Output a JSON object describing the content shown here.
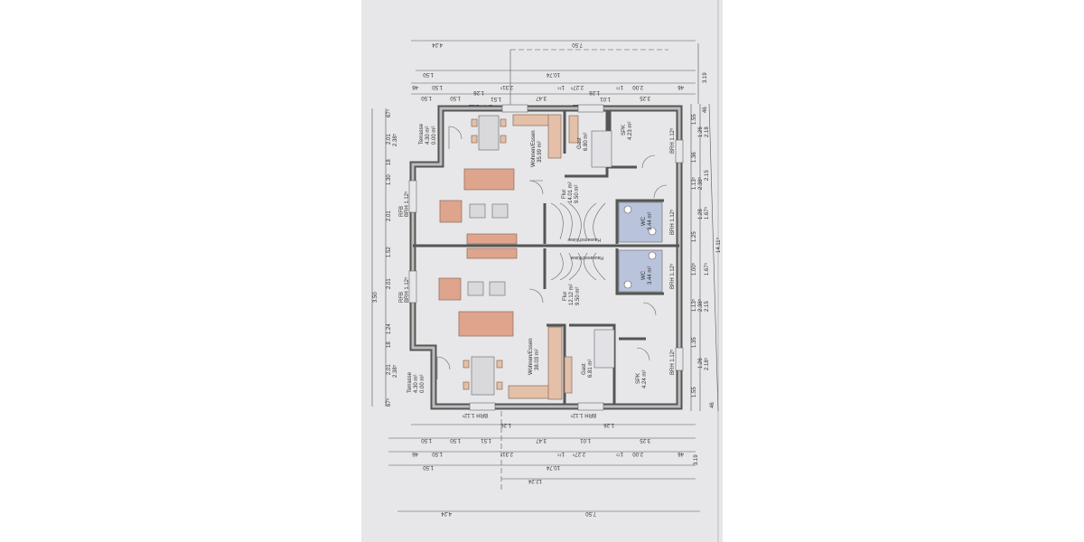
{
  "plan": {
    "upper_unit": {
      "terrace": {
        "name": "Terrasse",
        "area1": "4.30 m²",
        "area2": "0.00 m²"
      },
      "living": {
        "name": "Wohnen/Essen",
        "area": "35.99 m²"
      },
      "guest": {
        "name": "Gast",
        "area": "6.80 m²"
      },
      "pantry": {
        "name": "SPK",
        "area": "4.23 m²"
      },
      "hall": {
        "name": "Flur",
        "area1": "14.01 m²",
        "area2": "9.50 m²"
      },
      "wc": {
        "name": "WC",
        "area": "3.44 m²"
      },
      "utility": "Hausanschlüsse"
    },
    "lower_unit": {
      "terrace": {
        "name": "Terrasse",
        "area1": "4.30 m²",
        "area2": "0.00 m²"
      },
      "living": {
        "name": "Wohnen/Essen",
        "area": "38.03 m²"
      },
      "guest": {
        "name": "Gast",
        "area": "6.81 m²"
      },
      "pantry": {
        "name": "SPK",
        "area": "4.24 m²"
      },
      "hall": {
        "name": "Flur",
        "area1": "12.12 m²",
        "area2": "9.50 m²"
      },
      "wc": {
        "name": "WC",
        "area": "3.44 m²"
      },
      "utility": "Hausanschlüsse"
    },
    "window_labels": {
      "brh": "BRH 1.12⁵",
      "rfb": "RFB"
    },
    "dimensions": {
      "top_row1": [
        "4.24",
        "7.50"
      ],
      "top_row2": [
        "1.50",
        "10.74",
        "3.19"
      ],
      "top_row3": [
        "46",
        "1.50",
        "2.31⁵",
        "1¹⁵",
        "2.27⁵",
        "1¹⁵",
        "2.00",
        "46"
      ],
      "top_row4": [
        "1.50",
        "1.50",
        "1.26",
        "1.51",
        "3.47",
        "1.26",
        "1.01",
        "3.25"
      ],
      "bottom_row1": [
        "1.50",
        "1.50",
        "1.26",
        "1.51",
        "3.47",
        "1.26",
        "1.01",
        "3.25"
      ],
      "bottom_row2": [
        "46",
        "1.50",
        "2.31⁵",
        "1¹⁵",
        "2.27⁵",
        "1¹⁵",
        "2.00",
        "46"
      ],
      "bottom_row3": [
        "1.50",
        "10.74",
        "3.19"
      ],
      "bottom_row4": [
        "12.24"
      ],
      "bottom_row5": [
        "4.24",
        "7.50"
      ],
      "left": [
        "67⁵",
        "2.01",
        "2.38⁵",
        "18",
        "1.30",
        "2.01",
        "1.52",
        "2.01",
        "1.24",
        "18",
        "2.01",
        "2.38⁵",
        "67⁵",
        "3.50"
      ],
      "right": [
        "46",
        "1.55",
        "1.26",
        "2.18",
        "1.36",
        "2.15",
        "1.13⁵",
        "2.38⁵",
        "1.28",
        "1.67⁵",
        "1.25",
        "14.11⁵",
        "1.00⁵",
        "1.67⁵",
        "1.13⁵",
        "2.38⁵",
        "2.15",
        "1.35",
        "1.26",
        "2.18⁵",
        "1.55",
        "46"
      ]
    }
  },
  "colors": {
    "paper": "#e7e7e9",
    "wall": "#555555",
    "furniture": "#dfa48c",
    "wc_tile": "#b9c3dc"
  }
}
